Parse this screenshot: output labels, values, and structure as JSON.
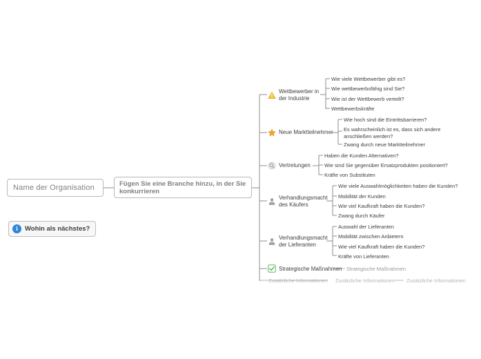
{
  "diagram": {
    "type": "mind-map",
    "root": {
      "label": "Name der Organisation"
    },
    "next_step": {
      "icon": "info-icon",
      "label": "Wohin als nächstes?"
    },
    "branch": {
      "label": "Fügen Sie eine Branche hinzu, in der Sie konkurrieren"
    },
    "topics": [
      {
        "icon": "warning-triangle-icon",
        "label": "Wettbewerber in\nder Industrie",
        "children": [
          "Wie viele Wettbewerber gibt es?",
          "Wie wettbewerbsfähig sind Sie?",
          "Wie ist der Wettbewerb verteilt?",
          "Wettbewerbskräfte"
        ]
      },
      {
        "icon": "star-icon",
        "label": "Neue Marktteilnehmer",
        "children": [
          "Wie hoch sind die Eintrittsbarrieren?",
          "Es wahrscheinlich ist es, dass sich andere anschließen werden?",
          "Zwang durch neue Marktteilnehmer"
        ]
      },
      {
        "icon": "magnifier-icon",
        "label": "Vertretungen",
        "children": [
          "Haben die Kunden Alternativen?",
          "Wie sind Sie gegenüber Ersatzprodukten positioniert?",
          "Kräfte von Substituten"
        ]
      },
      {
        "icon": "person-icon",
        "label": "Verhandlungsmacht\ndes Käufers",
        "children": [
          "Wie viele Auswahlmöglichkeiten haben die Kunden?",
          "Mobilität der Kunden",
          "Wie viel Kaufkraft haben die Kunden?",
          "Zwang durch Käufer"
        ]
      },
      {
        "icon": "person-icon",
        "label": "Verhandlungsmacht\nder Lieferanten",
        "children": [
          "Auswahl der Lieferanten",
          "Mobilität zwischen Anbietern",
          "Wie viel Kaufkraft haben die Kunden?",
          "Kräfte von Lieferanten"
        ]
      }
    ],
    "strategic": {
      "icon": "check-square-icon",
      "label": "Strategische Maßnahmen",
      "child": "Strategische Maßnahmen"
    },
    "additional_info": [
      "Zusätzliche Informationen",
      "Zusätzliche Informationen",
      "Zusätzliche Informationen"
    ],
    "colors": {
      "connector": "#8c8c8c",
      "ghost_text": "#b4b4b4",
      "text": "#3d3d3d",
      "muted_text": "#808080",
      "info_blue": "#2f86d6",
      "warning_yellow": "#f2c12e",
      "star_orange": "#f0a428",
      "check_green": "#5cb85c"
    }
  }
}
